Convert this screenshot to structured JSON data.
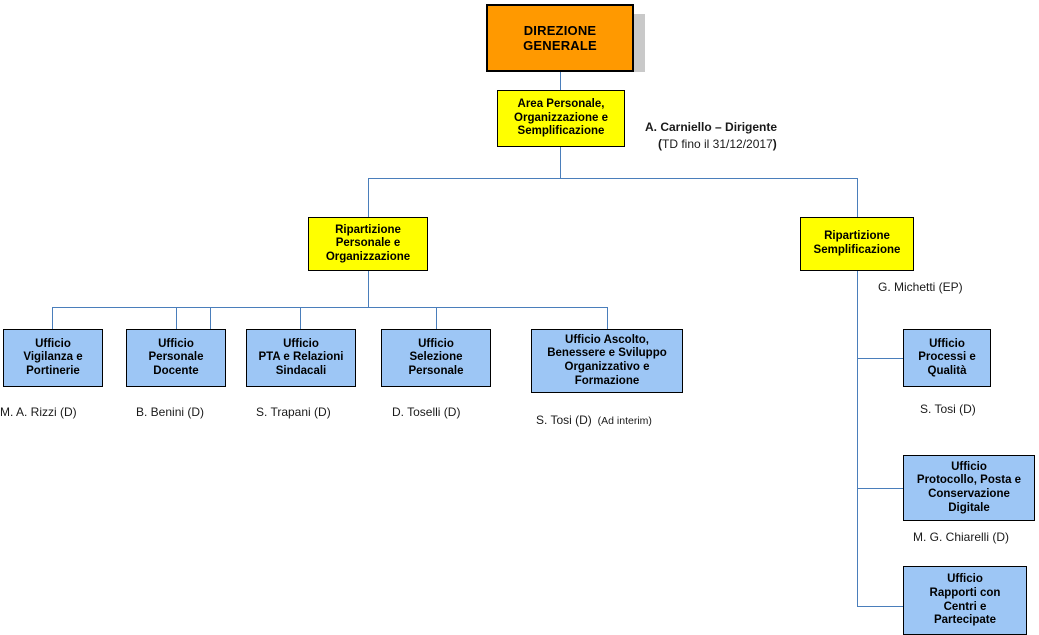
{
  "diagram": {
    "type": "organizational-chart",
    "title": "Organigramma Area Personale, Organizzazione e Semplificazione",
    "colors": {
      "root_fill": "#FF9900",
      "division_fill": "#FFFF00",
      "office_fill": "#9DC6F5",
      "connector": "#4A7EBB",
      "border": "#000000",
      "shadow": "#C9C9C9"
    }
  },
  "root": {
    "label": "DIREZIONE\nGENERALE"
  },
  "area": {
    "label": "Area Personale,\nOrganizzazione e\nSemplificazione",
    "manager_name": "A. Carniello – Dirigente",
    "manager_note_open": "(",
    "manager_note_text": "TD fino il 31/12/2017",
    "manager_note_close": ")"
  },
  "divisions": [
    {
      "id": "ripartizione-personale-organizzazione",
      "label": "Ripartizione\nPersonale e\nOrganizzazione",
      "manager": ""
    },
    {
      "id": "ripartizione-semplificazione",
      "label": "Ripartizione\nSemplificazione",
      "manager": "G. Michetti (EP)"
    }
  ],
  "offices_personale": [
    {
      "id": "ufficio-vigilanza-portinerie",
      "label": "Ufficio\nVigilanza e\nPortinerie",
      "manager": "M. A. Rizzi (D)",
      "note": ""
    },
    {
      "id": "ufficio-personale-docente",
      "label": "Ufficio\nPersonale\nDocente",
      "manager": "B. Benini (D)",
      "note": ""
    },
    {
      "id": "ufficio-pta-relazioni-sindacali",
      "label": "Ufficio\nPTA e Relazioni\nSindacali",
      "manager": "S. Trapani (D)",
      "note": ""
    },
    {
      "id": "ufficio-selezione-personale",
      "label": "Ufficio\nSelezione\nPersonale",
      "manager": "D. Toselli (D)",
      "note": ""
    },
    {
      "id": "ufficio-ascolto-benessere",
      "label": "Ufficio Ascolto,\nBenessere e Sviluppo\nOrganizzativo e\nFormazione",
      "manager": "S. Tosi (D)",
      "note": "(Ad interim)"
    }
  ],
  "offices_semplificazione": [
    {
      "id": "ufficio-processi-qualita",
      "label": "Ufficio\nProcessi e\nQualità",
      "manager": "S. Tosi (D)"
    },
    {
      "id": "ufficio-protocollo-posta",
      "label": "Ufficio\nProtocollo, Posta e\nConservazione\nDigitale",
      "manager": "M. G. Chiarelli (D)"
    },
    {
      "id": "ufficio-rapporti-centri-partecipate",
      "label": "Ufficio\nRapporti con\nCentri e\nPartecipate",
      "manager": ""
    }
  ]
}
